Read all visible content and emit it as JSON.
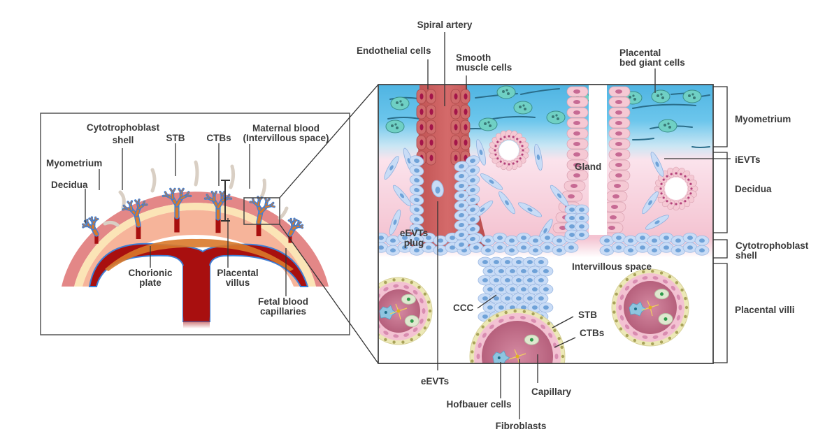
{
  "title": "Placenta structure and extravillous trophoblast invasion",
  "colors": {
    "myometrium": "#5fbfe6",
    "myometrium_band": "#e27b7b",
    "decidua": "#f7d5df",
    "decidua_band": "#fbe6b8",
    "intervillous_space": "#f6b59c",
    "fetal_vessel": "#a80f0f",
    "villus_branch": "#d9792a",
    "villus_outline": "#3d7fd6",
    "trophoblast_cell": "#c9dcf6",
    "trophoblast_nucleus": "#6fa2d8",
    "artery": "#c55656",
    "gland_cell": "#f5c9d4",
    "villus_core": "#c4708a",
    "stb_layer": "#ece8b6",
    "label_text": "#3a3a3a",
    "line": "#333333"
  },
  "overview_panel": {
    "labels": {
      "cytotrophoblast_shell": [
        "Cytotrophoblast",
        "shell"
      ],
      "stb": "STB",
      "ctbs": "CTBs",
      "maternal_blood": [
        "Maternal blood",
        "(Intervillous space)"
      ],
      "myometrium": "Myometrium",
      "decidua": "Decidua",
      "chorionic_plate": [
        "Chorionic",
        "plate"
      ],
      "placental_villus": [
        "Placental",
        "villus"
      ],
      "fetal_blood_capillaries": [
        "Fetal blood",
        "capillaries"
      ]
    }
  },
  "detail_panel": {
    "top_labels": {
      "spiral_artery": "Spiral artery",
      "endothelial_cells": "Endothelial cells",
      "smooth_muscle_cells": [
        "Smooth",
        "muscle cells"
      ],
      "placental_bed_giant_cells": [
        "Placental",
        "bed giant cells"
      ]
    },
    "inner_labels": {
      "gland": "Gland",
      "eevts_plug": [
        "eEVTs",
        "plug"
      ],
      "intervillous_space": "Intervillous space",
      "ccc": "CCC",
      "stb": "STB",
      "ctbs": "CTBs"
    },
    "bottom_labels": {
      "eevts": "eEVTs",
      "hofbauer_cells": "Hofbauer cells",
      "fibroblasts": "Fibroblasts",
      "capillary": "Capillary"
    },
    "layer_brackets": [
      {
        "label": "Myometrium"
      },
      {
        "label": "iEVTs"
      },
      {
        "label": "Decidua"
      },
      {
        "label": [
          "Cytotrophoblast",
          "shell"
        ]
      },
      {
        "label": "Placental villi"
      }
    ]
  }
}
